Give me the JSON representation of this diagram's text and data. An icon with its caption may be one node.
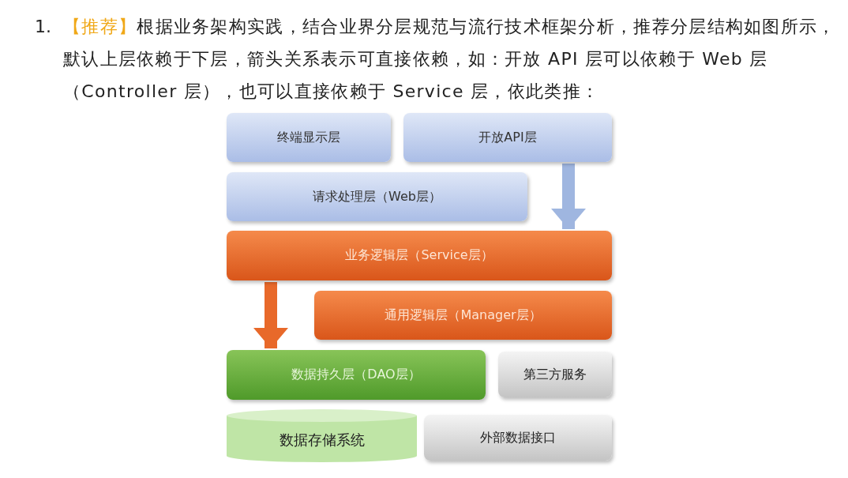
{
  "diagram": {
    "nodes": [
      {
        "text": [
          "终端显示层"
        ]
      },
      {
        "text": [
          "开放API层"
        ]
      },
      {
        "text": [
          "请求处理层（Web层）"
        ]
      },
      {
        "text": [
          "业务逻辑层（Service层）"
        ]
      },
      {
        "text": [
          "通用逻辑层（Manager层）"
        ]
      },
      {
        "text": [
          "数据持久层（DAO层）"
        ]
      },
      {
        "text": [
          "第三方服务"
        ]
      },
      {
        "text": [
          "数据存储系统"
        ]
      },
      {
        "text": [
          "外部数据接口"
        ]
      }
    ],
    "edges": [
      {
        "from": 1,
        "to": 3,
        "arrow": "to",
        "color": "#9fb6e0"
      },
      {
        "from": 3,
        "to": 5,
        "arrow": "to",
        "color": "#e8692a"
      }
    ],
    "labels": [
      "1.",
      "【推荐】",
      "根据业务架构实践，结合业界分层规范与流行技术框架分析，推荐分层结构如图所示，默认上层依赖于下层，箭头关系表示可直接依赖，如：开放 API 层可以依赖于 Web 层（Controller 层），也可以直接依赖于 Service 层，依此类推："
    ]
  }
}
